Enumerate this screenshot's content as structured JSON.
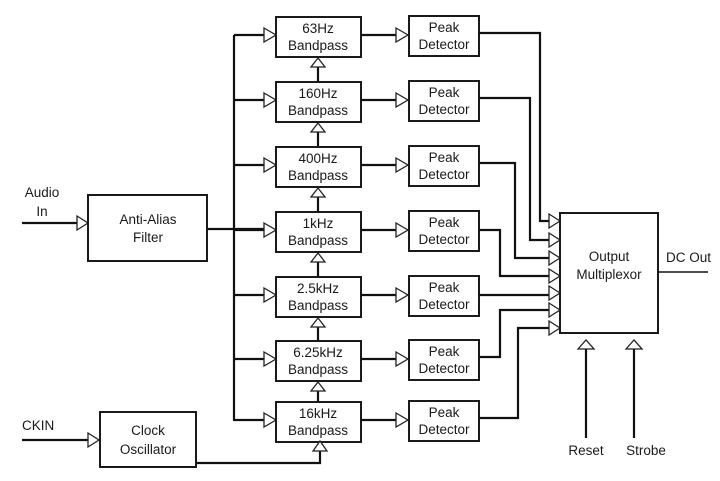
{
  "diagram": {
    "inputs": {
      "audio_in": [
        "Audio",
        "In"
      ],
      "ckin": "CKIN",
      "reset": "Reset",
      "strobe": "Strobe"
    },
    "outputs": {
      "dc_out": "DC Out"
    },
    "anti_alias": [
      "Anti-Alias",
      "Filter"
    ],
    "clock_osc": [
      "Clock",
      "Oscillator"
    ],
    "multiplexor": [
      "Output",
      "Multiplexor"
    ],
    "bandpass": [
      {
        "freq": "63Hz",
        "type": "Bandpass"
      },
      {
        "freq": "160Hz",
        "type": "Bandpass"
      },
      {
        "freq": "400Hz",
        "type": "Bandpass"
      },
      {
        "freq": "1kHz",
        "type": "Bandpass"
      },
      {
        "freq": "2.5kHz",
        "type": "Bandpass"
      },
      {
        "freq": "6.25kHz",
        "type": "Bandpass"
      },
      {
        "freq": "16kHz",
        "type": "Bandpass"
      }
    ],
    "detector": [
      "Peak",
      "Detector"
    ]
  }
}
